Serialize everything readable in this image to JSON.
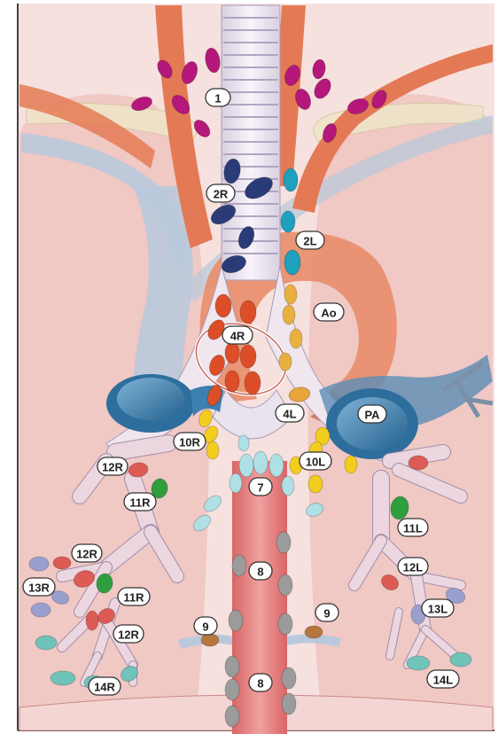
{
  "colors": {
    "background": "#f6e1df",
    "lung": "#efc3c0",
    "vessel_orange": "#e47a55",
    "aorta": "#e89070",
    "pulmonary_artery": "#3d7fae",
    "vein_blue": "#b9c9db",
    "trachea": "#ece6ef",
    "esophagus": "#e27d7d",
    "station_1": "#b5177a",
    "station_2R": "#2a3c78",
    "station_2L": "#1fa0bd",
    "station_3": "#e9b040",
    "station_4R": "#dc4d28",
    "station_4L": "#e9a43c",
    "station_7": "#aee0e6",
    "station_8": "#9b9b9b",
    "station_9": "#b6773f",
    "station_10": "#f2cd1e",
    "station_11": "#2f9e3f",
    "station_12": "#dd5b55",
    "station_13": "#9aa0cd",
    "station_14": "#6fc3b9"
  },
  "labels": {
    "s1": "1",
    "s2R": "2R",
    "s2L": "2L",
    "ao": "Ao",
    "s4R": "4R",
    "s4L": "4L",
    "pa": "PA",
    "s10R": "10R",
    "s10L": "10L",
    "s12R_a": "12R",
    "s11R_a": "11R",
    "s7": "7",
    "s11L": "11L",
    "s12R_b": "12R",
    "s8_a": "8",
    "s12L": "12L",
    "s13R": "13R",
    "s11R_b": "11R",
    "s13L": "13L",
    "s9_r": "9",
    "s9_l": "9",
    "s12R_c": "12R",
    "s14R": "14R",
    "s8_b": "8",
    "s14L": "14L"
  }
}
